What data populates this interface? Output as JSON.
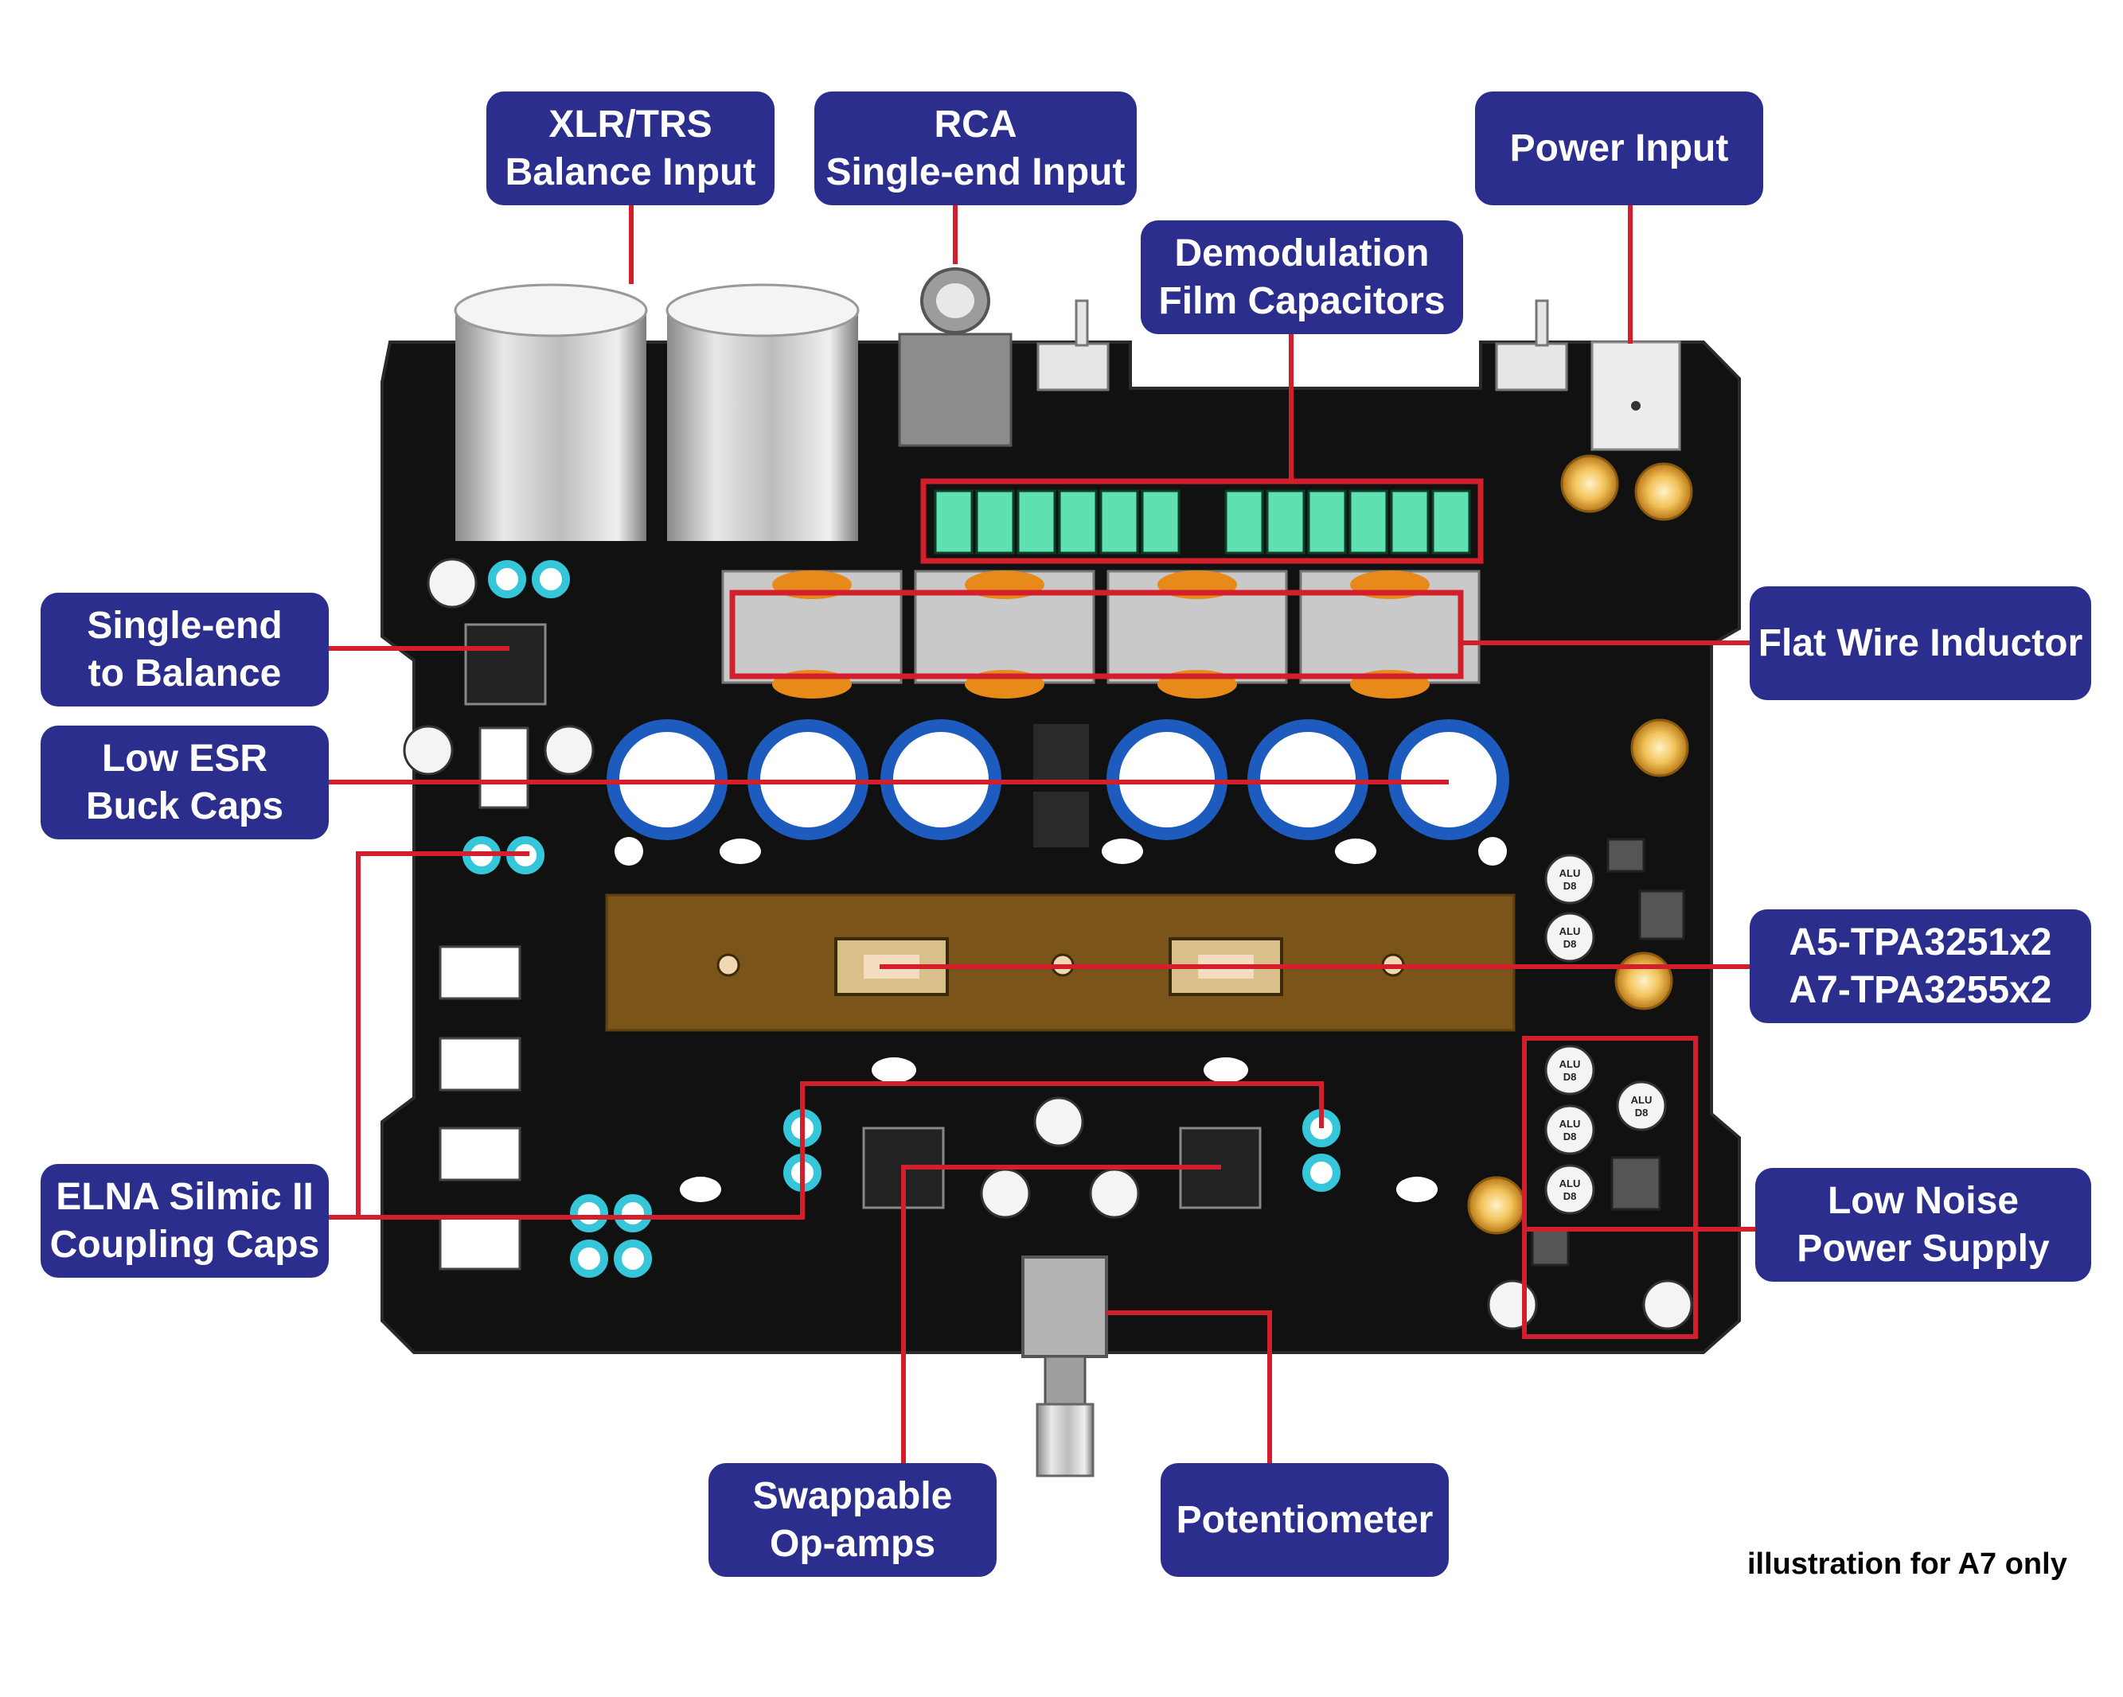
{
  "labels": {
    "xlr": {
      "line1": "XLR/TRS",
      "line2": "Balance Input"
    },
    "rca": {
      "line1": "RCA",
      "line2": "Single-end Input"
    },
    "power": {
      "line1": "Power Input"
    },
    "demod": {
      "line1": "Demodulation",
      "line2": "Film Capacitors"
    },
    "se2bal": {
      "line1": "Single-end",
      "line2": "to Balance"
    },
    "inductor": {
      "line1": "Flat Wire Inductor"
    },
    "esr": {
      "line1": "Low ESR",
      "line2": "Buck Caps"
    },
    "chip": {
      "line1": "A5-TPA3251x2",
      "line2": "A7-TPA3255x2"
    },
    "elna": {
      "line1": "ELNA Silmic II",
      "line2": "Coupling Caps"
    },
    "lownoise": {
      "line1": "Low Noise",
      "line2": "Power Supply"
    },
    "opamps": {
      "line1": "Swappable",
      "line2": "Op-amps"
    },
    "pot": {
      "line1": "Potentiometer"
    }
  },
  "component_markings": {
    "cap_text_top": "ALU",
    "cap_text_bottom": "D8"
  },
  "footnote": "illustration for A7 only",
  "colors": {
    "label_bg": "#2b2e8c",
    "leader_line": "#d21f2b",
    "pcb": "#111111",
    "film_cap": "#5fe0b0",
    "buck_cap_ring": "#1d5bbf",
    "coupling_ring": "#35c6d9",
    "heatsink_pad": "#7a5418",
    "gold_cap": "#e0a030",
    "inductor_body": "#c9c9c9",
    "inductor_winding": "#e88a1a"
  }
}
